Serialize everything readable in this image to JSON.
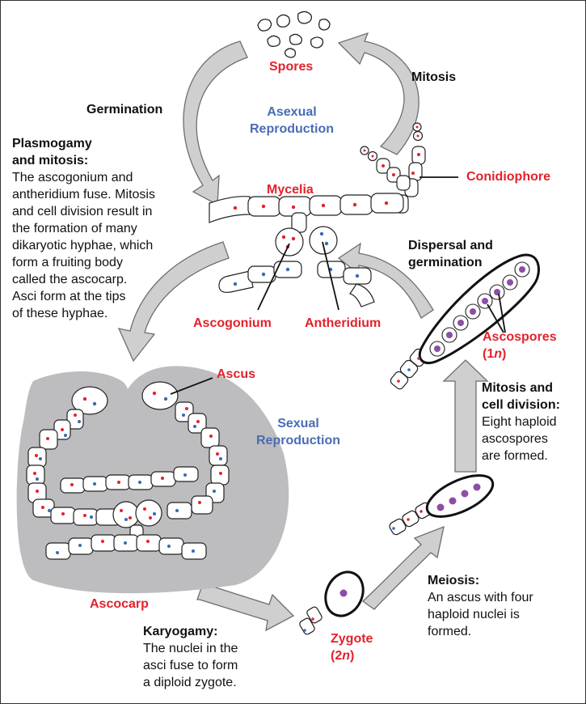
{
  "colors": {
    "red_label": "#e3222d",
    "blue_label": "#4a6cb3",
    "haploid_red_nucleus": "#e3222d",
    "haploid_blue_nucleus": "#3b68b5",
    "diploid_nucleus": "#8b4fa3",
    "arrow_fill": "#cfcfcf",
    "ascocarp_fill": "#bdbdbf"
  },
  "labels": {
    "spores": "Spores",
    "mitosis": "Mitosis",
    "germination": "Germination",
    "asexual_line1": "Asexual",
    "asexual_line2": "Reproduction",
    "conidiophore": "Conidiophore",
    "mycelia": "Mycelia",
    "dispersal_line1": "Dispersal and",
    "dispersal_line2": "germination",
    "ascogonium": "Ascogonium",
    "antheridium": "Antheridium",
    "ascospores": "Ascospores",
    "ascospores_ploidy_open": "(1",
    "ascospores_ploidy_n": "n",
    "ascospores_ploidy_close": ")",
    "ascus": "Ascus",
    "sexual_line1": "Sexual",
    "sexual_line2": "Reproduction",
    "ascocarp": "Ascocarp",
    "zygote": "Zygote",
    "zygote_ploidy_open": "(2",
    "zygote_ploidy_n": "n",
    "zygote_ploidy_close": ")"
  },
  "steps": {
    "plasmogamy": {
      "heading_line1": "Plasmogamy",
      "heading_line2": "and mitosis:",
      "body": "The ascogonium and\nantheridium fuse. Mitosis\nand cell division result in\nthe formation of many\ndikaryotic hyphae, which\nform a fruiting body\ncalled the ascocarp.\nAsci form at the tips\nof these hyphae."
    },
    "mitosis_division": {
      "heading_line1": "Mitosis and",
      "heading_line2": "cell division:",
      "body": "Eight haploid\nascospores\nare formed."
    },
    "meiosis": {
      "heading": "Meiosis:",
      "body": "An ascus with four\nhaploid nuclei is\nformed."
    },
    "karyogamy": {
      "heading": "Karyogamy:",
      "body": "The nuclei in the\nasci fuse to form\na diploid zygote."
    }
  }
}
